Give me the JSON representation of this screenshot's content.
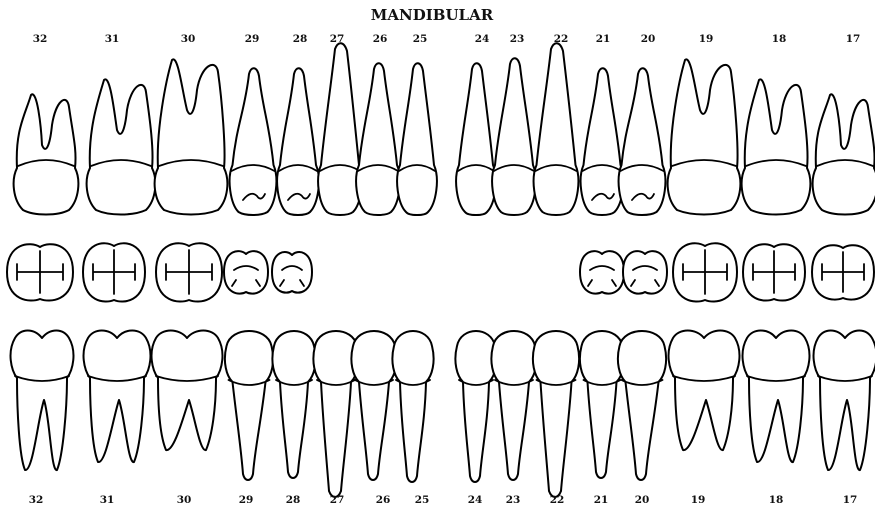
{
  "title": "MANDIBULAR",
  "top_numbers": [
    "32",
    "31",
    "30",
    "29",
    "28",
    "27",
    "26",
    "25",
    "24",
    "23",
    "22",
    "21",
    "20",
    "19",
    "18",
    "17"
  ],
  "bottom_numbers": [
    "32",
    "31",
    "30",
    "29",
    "28",
    "27",
    "26",
    "25",
    "24",
    "23",
    "22",
    "21",
    "20",
    "19",
    "18",
    "17"
  ],
  "colors": {
    "line": "#000000",
    "background": "#ffffff"
  }
}
